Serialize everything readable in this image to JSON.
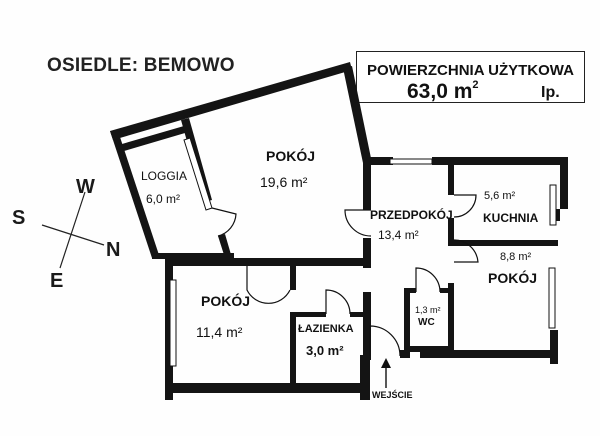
{
  "header": {
    "estate_label": "OSIEDLE: BEMOWO",
    "usable_area_title": "POWIERZCHNIA UŻYTKOWA",
    "usable_area_value": "63,0 m",
    "usable_area_sup": "2",
    "floor_label": "Ip."
  },
  "rooms": {
    "loggia": {
      "name": "LOGGIA",
      "area": "6,0 m²"
    },
    "room_large": {
      "name": "POKÓJ",
      "area": "19,6 m²"
    },
    "hallway": {
      "name": "PRZEDPOKÓJ",
      "area": "13,4 m²"
    },
    "kitchen": {
      "name": "KUCHNIA",
      "area": "5,6 m²"
    },
    "room_right": {
      "name": "POKÓJ",
      "area": "8,8 m²"
    },
    "wc": {
      "name": "WC",
      "area": "1,3 m²"
    },
    "room_left": {
      "name": "POKÓJ",
      "area": "11,4 m²"
    },
    "bathroom": {
      "name": "ŁAZIENKA",
      "area": "3,0 m²"
    }
  },
  "entrance": {
    "label": "WEJŚCIE"
  },
  "compass": {
    "north": "N",
    "south": "S",
    "east": "E",
    "west": "W"
  }
}
